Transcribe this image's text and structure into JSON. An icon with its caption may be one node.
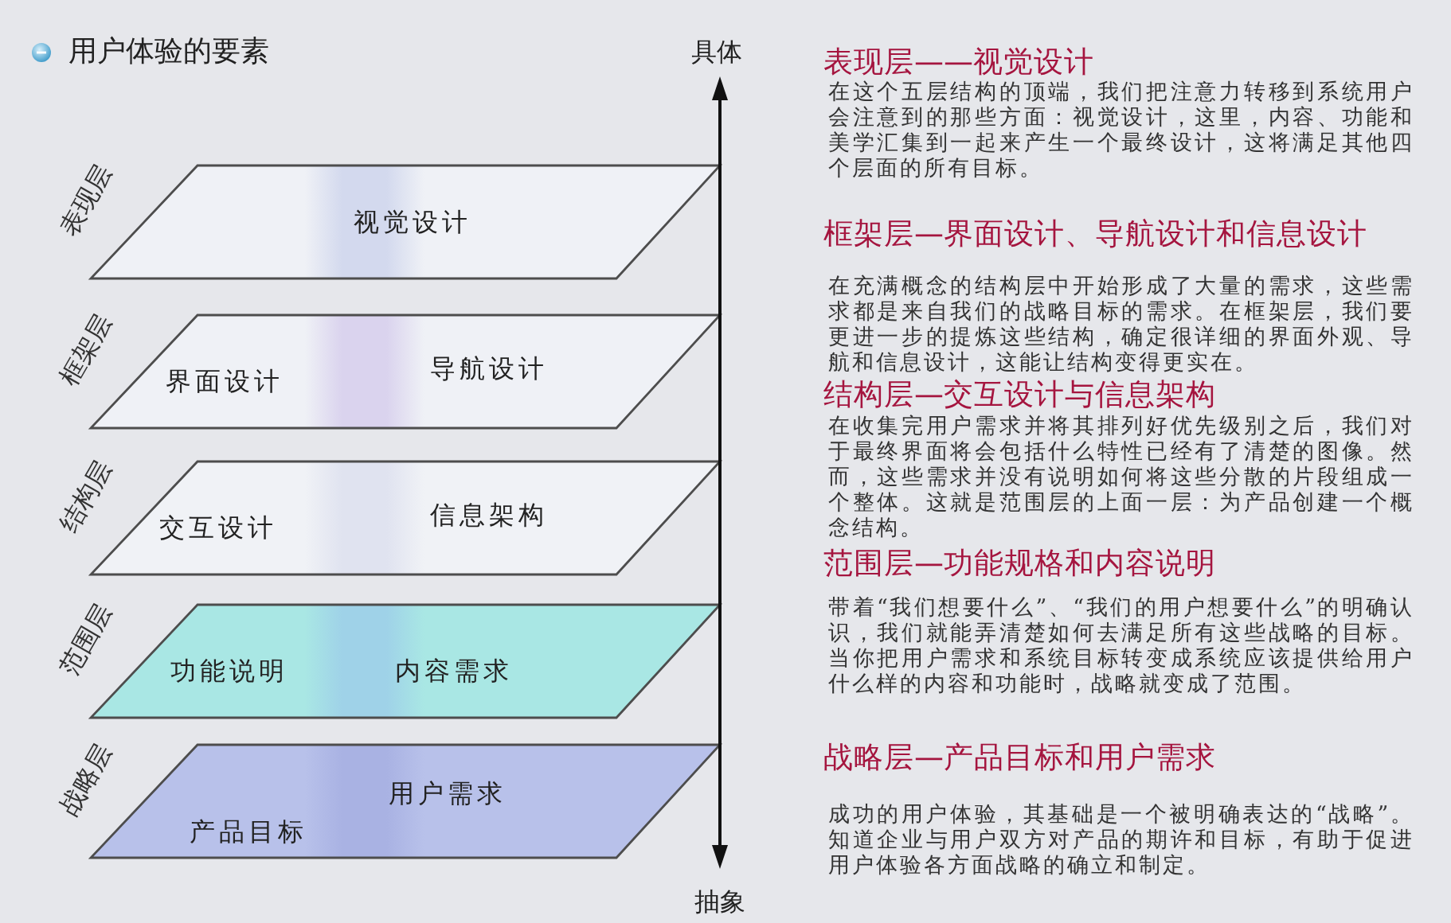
{
  "diagram": {
    "title": "用户体验的要素",
    "nodes": [
      {
        "text": [
          "表现层",
          "视觉设计"
        ]
      },
      {
        "text": [
          "框架层",
          "界面设计",
          "导航设计"
        ]
      },
      {
        "text": [
          "结构层",
          "交互设计",
          "信息架构"
        ]
      },
      {
        "text": [
          "范围层",
          "功能说明",
          "内容需求"
        ]
      },
      {
        "text": [
          "战略层",
          "产品目标",
          "用户需求"
        ]
      }
    ],
    "labels": [
      "具体",
      "表现层——视觉设计",
      "在这个五层结构的顶端，我们把注意力转移到系统用户会注意到的那些方面：视觉设计，这里，内容、功能和美学汇集到一起来产生一个最终设计，这将满足其他四个层面的所有目标。",
      "框架层—界面设计、导航设计和信息设计",
      "在充满概念的结构层中开始形成了大量的需求，这些需求都是来自我们的战略目标的需求。在框架层，我们要更进一步的提炼这些结构，确定很详细的界面外观、导航和信息设计，这能让结构变得更实在。",
      "结构层—交互设计与信息架构",
      "在收集完用户需求并将其排列好优先级别之后，我们对于最终界面将会包括什么特性已经有了清楚的图像。然而，这些需求并没有说明如何将这些分散的片段组成一个整体。这就是范围层的上面一层：为产品创建一个概念结构。",
      "范围层—功能规格和内容说明",
      "带着“我们想要什么”、“我们的用户想要什么”的明确认识，我们就能弄清楚如何去满足所有这些战略的目标。当你把用户需求和系统目标转变成系统应该提供给用户什么样的内容和功能时，战略就变成了范围。",
      "战略层—产品目标和用户需求",
      "成功的用户体验，其基础是一个被明确表达的“战略”。知道企业与用户双方对产品的期许和目标，有助于促进用户体验各方面战略的确立和制定。",
      "抽象"
    ]
  }
}
